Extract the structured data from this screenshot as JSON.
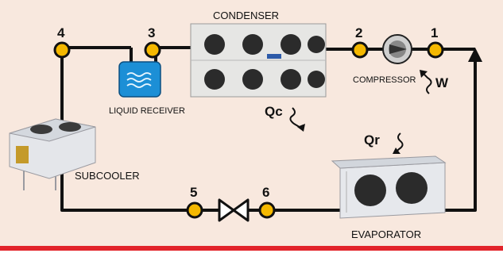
{
  "components": {
    "condenser": "CONDENSER",
    "compressor": "COMPRESSOR",
    "liquid_receiver": "LIQUID RECEIVER",
    "subcooler": "SUBCOOLER",
    "evaporator": "EVAPORATOR"
  },
  "heat_flows": {
    "condenser": "Qc",
    "evaporator": "Qr",
    "compressor": "W"
  },
  "state_points": [
    "1",
    "2",
    "3",
    "4",
    "5",
    "6"
  ],
  "colors": {
    "background": "#f8e8de",
    "pipe": "#111111",
    "node_fill": "#f5b800",
    "receiver": "#1c8fd6",
    "accent_bar": "#e2232a"
  }
}
